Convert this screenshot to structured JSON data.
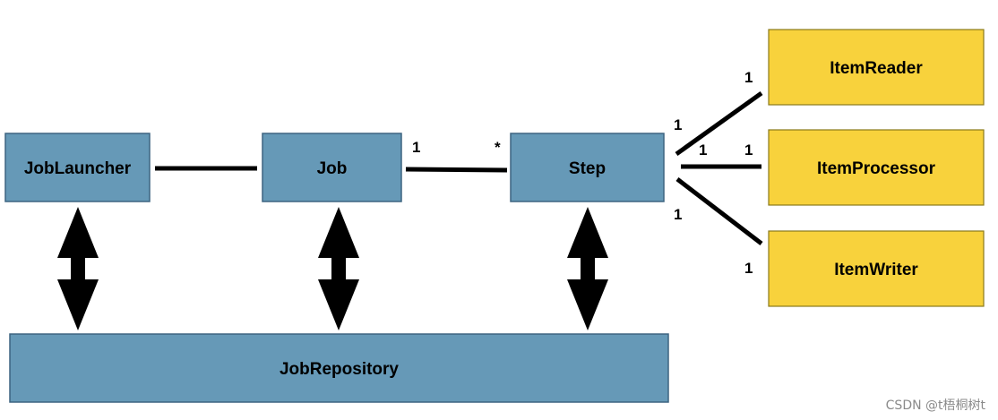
{
  "colors": {
    "blue_box": "#6699b7",
    "blue_box_border": "#3d6480",
    "yellow_box": "#f8d23c",
    "yellow_box_border": "#8a7a1a",
    "line": "#000000"
  },
  "boxes": {
    "job_launcher": "JobLauncher",
    "job": "Job",
    "step": "Step",
    "job_repository": "JobRepository",
    "item_reader": "ItemReader",
    "item_processor": "ItemProcessor",
    "item_writer": "ItemWriter"
  },
  "multiplicities": {
    "job_side": "1",
    "step_side": "*",
    "step_to_reader": "1",
    "reader_end": "1",
    "step_to_processor": "1",
    "processor_end": "1",
    "step_to_writer": "1",
    "writer_end": "1"
  },
  "watermark": "CSDN @t梧桐树t"
}
